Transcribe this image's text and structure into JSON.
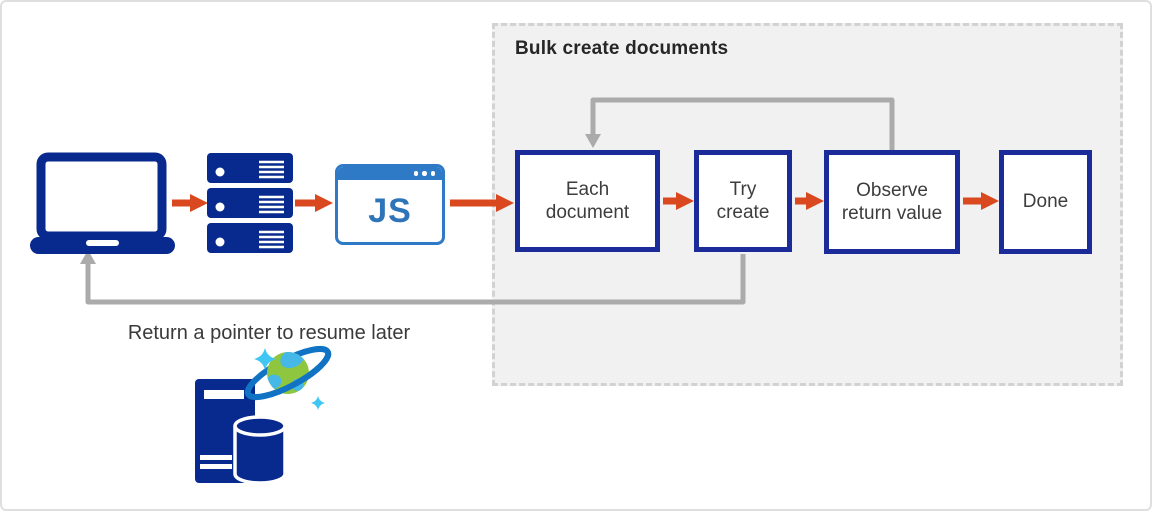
{
  "panel": {
    "title": "Bulk create documents"
  },
  "flow_nodes": [
    {
      "id": "each-document",
      "label": "Each document"
    },
    {
      "id": "try-create",
      "label": "Try create"
    },
    {
      "id": "observe-return-value",
      "label": "Observe return value"
    },
    {
      "id": "done",
      "label": "Done"
    }
  ],
  "js_window": {
    "label": "JS"
  },
  "annotations": {
    "return_note": "Return a pointer to resume later"
  },
  "icons": [
    "laptop-icon",
    "server-stack-icon",
    "javascript-window-icon",
    "window-dots-icon",
    "azure-cosmos-db-icon",
    "database-server-icon",
    "planet-ring-icon",
    "sparkle-icon"
  ],
  "colors": {
    "arrow_red": "#d9481e",
    "icon_navy": "#082a8e",
    "flow_box_border": "#1b2b9a",
    "connector_gray": "#ababab",
    "panel_bg": "#f1f1f1",
    "panel_border": "#d2d2d2",
    "js_blue": "#2e7ac6",
    "planet_green": "#8ec63f",
    "planet_patch_blue": "#45b8e8",
    "ring_blue": "#1173c4",
    "sparkle_blue": "#3fc6f3",
    "text_dark": "#3d3d3d"
  }
}
